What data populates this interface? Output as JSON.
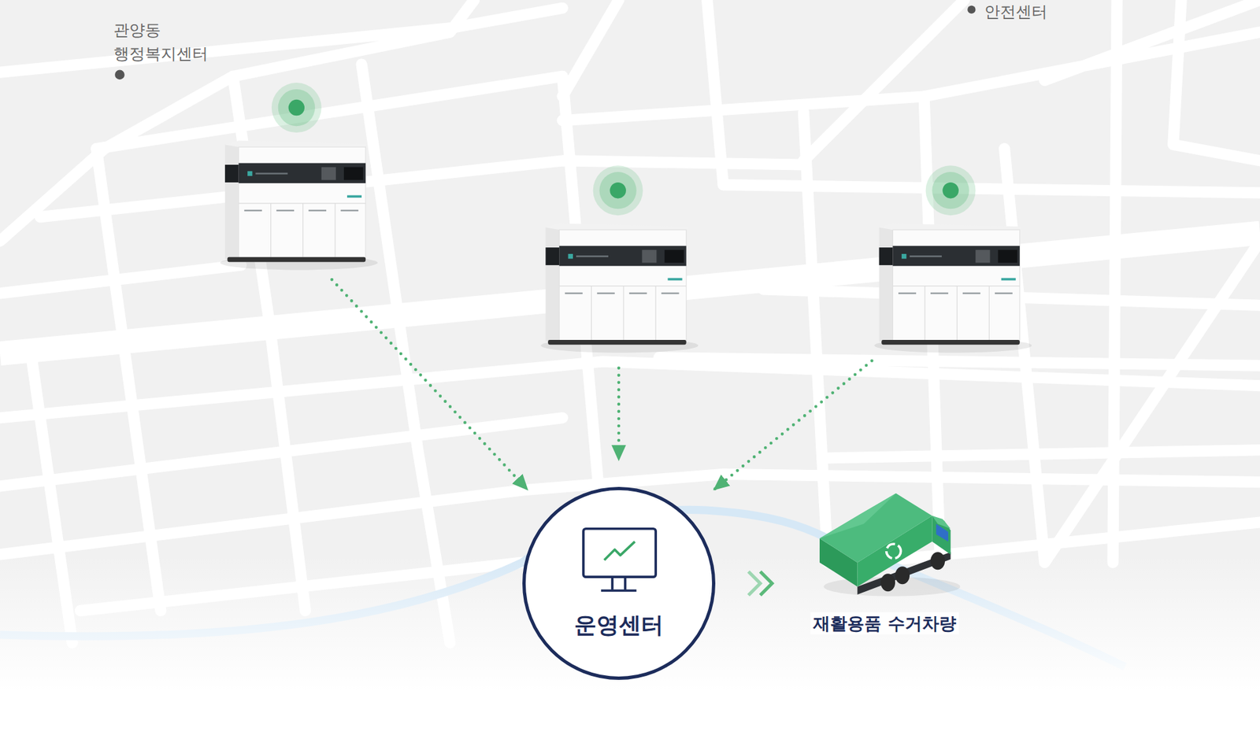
{
  "diagram": {
    "nodes": [
      {
        "text": [
          "운영센터"
        ]
      },
      {
        "text": [
          "재활용품 수거차량"
        ]
      }
    ],
    "edges": [
      {
        "from": 0,
        "to": 1,
        "arrow": "to"
      }
    ],
    "labels": [
      "관양동 행정복지센터",
      "안전센터"
    ]
  }
}
